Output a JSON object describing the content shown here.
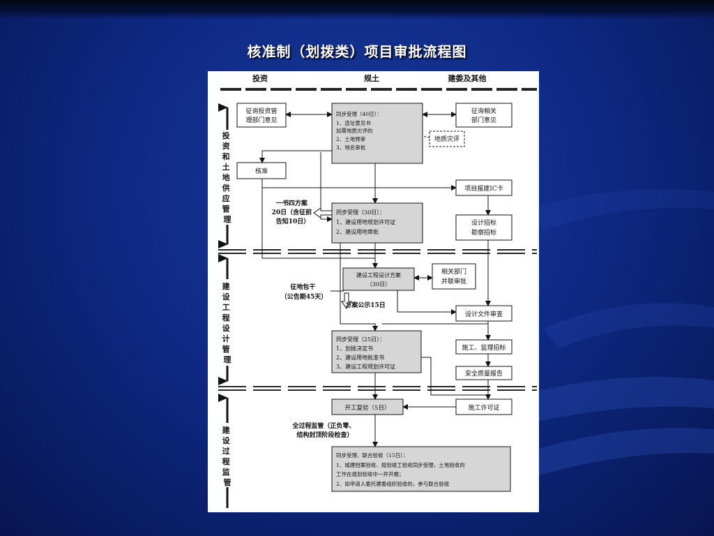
{
  "title": "核准制（划拨类）项目审批流程图",
  "columns": {
    "invest": "投资",
    "planning": "规土",
    "others": "建委及其他"
  },
  "phases": {
    "p1": [
      "投",
      "资",
      "和",
      "土",
      "地",
      "供",
      "应",
      "管",
      "理"
    ],
    "p2": [
      "建",
      "设",
      "工",
      "程",
      "设",
      "计",
      "管",
      "理"
    ],
    "p3": [
      "建",
      "设",
      "过",
      "程",
      "监",
      "管"
    ]
  },
  "boxes": {
    "consult_invest": [
      "征询投资管",
      "理部门意见"
    ],
    "step1": [
      "同步受理（40日）：",
      "1、选址意见书",
      "   如需地质灾评的",
      "2、土地预审",
      "3、地名审批"
    ],
    "consult_related": [
      "征询相关",
      "部门意见"
    ],
    "geo_eval": "地质灾评",
    "approval": "核准",
    "ic_card": "项目报建IC卡",
    "step2": [
      "同步受理（30日）：",
      "1、建设用地规划许可证",
      "2、建设用地审批"
    ],
    "design_bid": [
      "设计招标",
      "勘察招标"
    ],
    "scheme": [
      "建设工程设计方案",
      "（30日）"
    ],
    "joint_review": [
      "相关部门",
      "并联审批"
    ],
    "design_review": "设计文件审查",
    "step3": [
      "同步受理（25日）：",
      "1、划拨决定书",
      "2、建设用地批准书",
      "3、建设工程规划许可证"
    ],
    "construction_bid": "施工、监理招标",
    "safety_report": "安全质量报告",
    "recheck": "开工复验（5日）",
    "construction_permit": "施工许可证",
    "final": [
      "同步受理、联合验收（15日）：",
      "1、城建档案验收、规划竣工验收同步受理，土地验收的",
      "   工作在规划验收中一并开展；",
      "2、如申请人委托建委组织验收的，参与联合验收"
    ]
  },
  "notes": {
    "one_book": [
      "一书四方案",
      "20日（含征前",
      "告知10日）"
    ],
    "land_acq": [
      "征地包干",
      "（公告期45天）"
    ],
    "scheme_public": "方案公示15日",
    "supervision": [
      "全过程监管（正负零、",
      "结构封顶阶段检查）"
    ]
  }
}
